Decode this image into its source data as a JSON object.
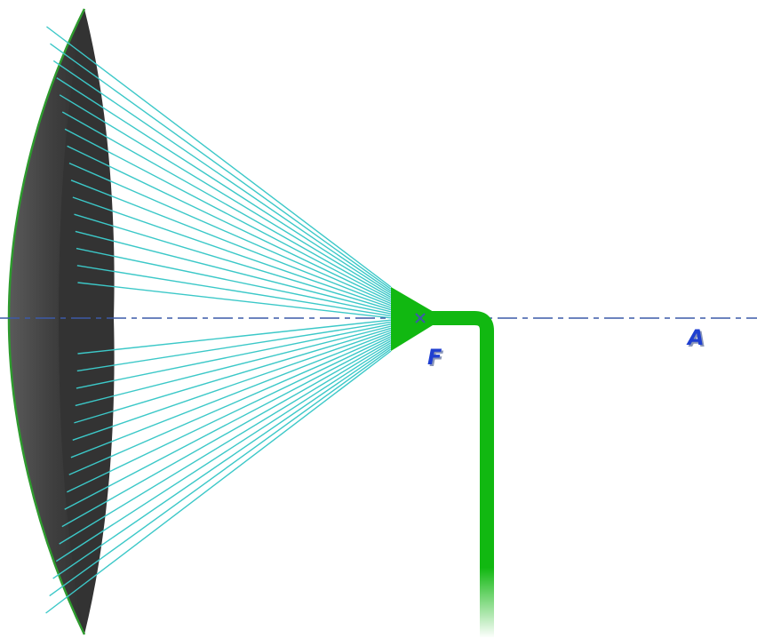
{
  "diagram": {
    "labels": {
      "focus": "F",
      "axis": "A"
    },
    "colors": {
      "ray": "#3cc8c8",
      "axis": "#3c5aa8",
      "feed": "#11b811",
      "reflector_dark": "#333333",
      "reflector_face": "#4a4a4a",
      "reflector_rim": "#2e9a2e",
      "label": "#1f3fd0",
      "label_shadow": "#8a96b8",
      "background": "#ffffff"
    },
    "ray_count_each_side": 16
  }
}
